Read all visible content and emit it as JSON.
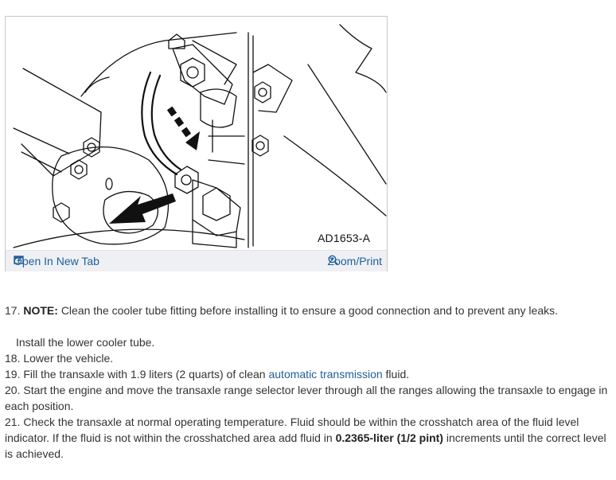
{
  "figure": {
    "code": "AD1653-A",
    "open_tab_label": "Open In New Tab",
    "zoom_label": "Zoom/Print",
    "open_icon": "open-new-tab-icon",
    "zoom_icon": "magnifier-plus-icon"
  },
  "steps": {
    "s17_num": "17.",
    "s17_note_label": "NOTE:",
    "s17_text": "Clean the cooler tube fitting before installing it to ensure a good connection and to prevent any leaks.",
    "s17_sub": "Install the lower cooler tube.",
    "s18": "18. Lower the vehicle.",
    "s19_pre": "19. Fill the transaxle with 1.9 liters (2 quarts) of clean",
    "s19_link": "automatic transmission",
    "s19_post": "fluid.",
    "s20": "20. Start the engine and move the transaxle range selector lever through all the ranges allowing the transaxle to engage in each position.",
    "s21_pre": "21. Check the transaxle at normal operating temperature. Fluid should be within the crosshatch area of the fluid level indicator. If the fluid is not within the crosshatched area add fluid in",
    "s21_bold": "0.2365-liter (1/2 pint)",
    "s21_post": "increments until the correct level is achieved."
  },
  "colors": {
    "link": "#1f5f99",
    "bar_bg": "#eef0f3",
    "border": "#c8c8c8"
  }
}
